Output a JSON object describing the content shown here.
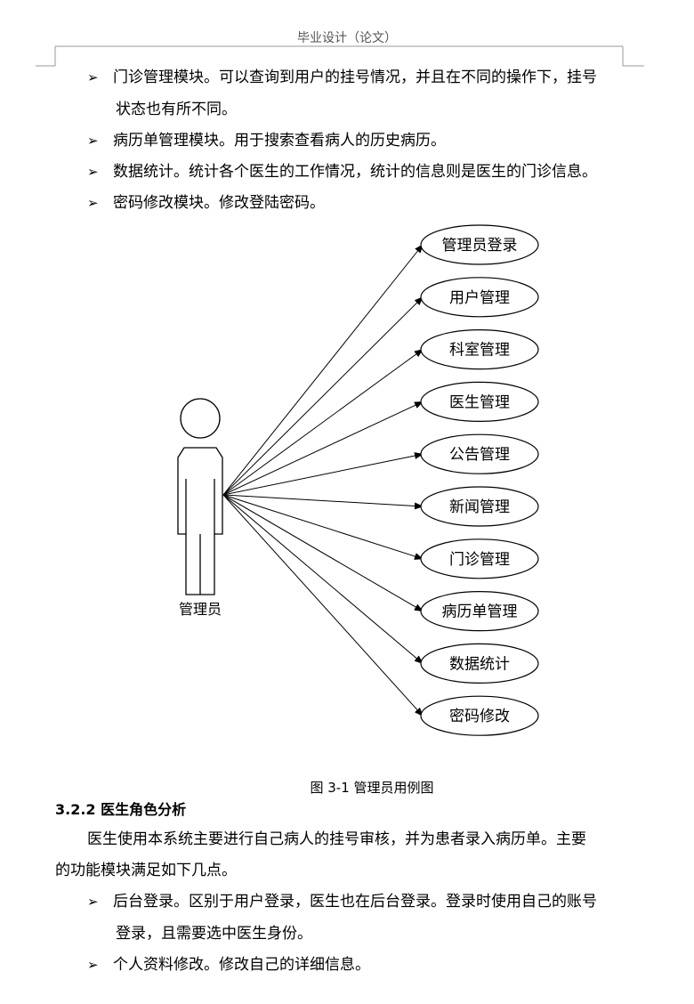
{
  "header": {
    "title": "毕业设计（论文）"
  },
  "top_bullets": [
    {
      "text": "门诊管理模块。可以查询到用户的挂号情况，并且在不同的操作下，挂号",
      "cont": "状态也有所不同。"
    },
    {
      "text": "病历单管理模块。用于搜索查看病人的历史病历。"
    },
    {
      "text": "数据统计。统计各个医生的工作情况，统计的信息则是医生的门诊信息。"
    },
    {
      "text": "密码修改模块。修改登陆密码。"
    }
  ],
  "diagram": {
    "actor_label": "管理员",
    "use_cases": [
      "管理员登录",
      "用户管理",
      "科室管理",
      "医生管理",
      "公告管理",
      "新闻管理",
      "门诊管理",
      "病历单管理",
      "数据统计",
      "密码修改"
    ]
  },
  "caption": "图 3-1 管理员用例图",
  "section": {
    "heading": "3.2.2 医生角色分析",
    "para_line1": "医生使用本系统主要进行自己病人的挂号审核，并为患者录入病历单。主要",
    "para_line2": "的功能模块满足如下几点。"
  },
  "bottom_bullets": [
    {
      "text": "后台登录。区别于用户登录，医生也在后台登录。登录时使用自己的账号",
      "cont": "登录，且需要选中医生身份。"
    },
    {
      "text": "个人资料修改。修改自己的详细信息。"
    }
  ]
}
